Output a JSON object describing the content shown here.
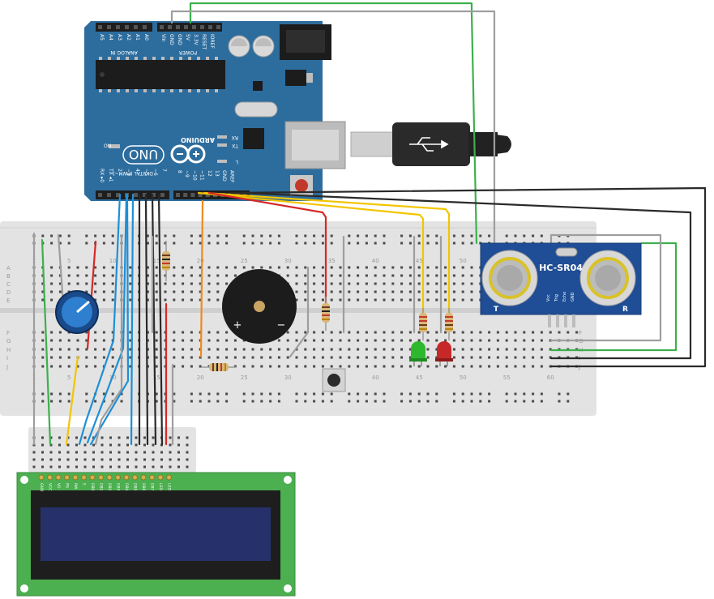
{
  "arduino": {
    "brand": "ARDUINO",
    "model": "UNO",
    "section_analog": "ANALOG IN",
    "section_power": "POWER",
    "section_digital": "DIGITAL (PWM~)",
    "on_label": "ON",
    "tx_label": "TX",
    "rx_label": "RX",
    "l_label": "L",
    "analog_pins": [
      "A5",
      "A4",
      "A3",
      "A2",
      "A1",
      "A0"
    ],
    "power_pins": [
      "Vin",
      "GND",
      "GND",
      "5V",
      "3.3V",
      "RESET",
      "IOREF"
    ],
    "digital_low": [
      "RX ▸0",
      "TX ◂1",
      "2",
      "~3",
      "4",
      "~5",
      "~6",
      "7"
    ],
    "digital_high": [
      "8",
      "~9",
      "~10",
      "~11",
      "12",
      "13",
      "GND",
      "AREF"
    ],
    "colors": {
      "board": "#2d6d9e",
      "header": "#1e1e1e",
      "chip": "#1c1c1c"
    }
  },
  "sensor": {
    "label": "HC-SR04",
    "pins": [
      "Vcc",
      "Trig",
      "Echo",
      "GND"
    ],
    "t_label": "T",
    "r_label": "R",
    "colors": {
      "board": "#1f4e96",
      "transducer": "#d8d8d8",
      "ring": "#d9c22a"
    }
  },
  "breadboard": {
    "column_numbers": [
      "1",
      "5",
      "10",
      "15",
      "20",
      "25",
      "30",
      "35",
      "40",
      "45",
      "50",
      "55",
      "60"
    ],
    "row_letters_top": [
      "A",
      "B",
      "C",
      "D",
      "E"
    ],
    "row_letters_bottom": [
      "F",
      "G",
      "H",
      "I",
      "J"
    ],
    "color": "#e3e3e3"
  },
  "lcd": {
    "pins": [
      "GND",
      "VCC",
      "VO",
      "RS",
      "RW",
      "E",
      "DB0",
      "DB1",
      "DB2",
      "DB3",
      "DB4",
      "DB5",
      "DB6",
      "DB7",
      "LED",
      "LED"
    ],
    "colors": {
      "pcb": "#4caf50",
      "screen": "#26316b"
    }
  },
  "buzzer": {
    "plus": "+",
    "minus": "−"
  },
  "wire_colors": {
    "green": "#3db04b",
    "gray": "#9e9e9e",
    "dark": "#2a2a2a",
    "red": "#d62828",
    "yellow": "#f2c500",
    "blue": "#1e8fd6",
    "orange": "#ef8a1e"
  }
}
